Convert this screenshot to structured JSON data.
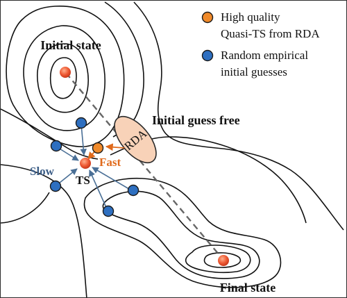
{
  "legend": {
    "items": [
      {
        "lines": [
          "High quality",
          "Quasi-TS from RDA"
        ],
        "color": "#f08a2a"
      },
      {
        "lines": [
          "Random empirical",
          "initial guesses"
        ],
        "color": "#2e6fc0"
      }
    ]
  },
  "labels": {
    "initial_state": "Initial state",
    "initial_guess_free": "Initial guess free",
    "rda": "RDA",
    "fast": "Fast",
    "slow": "Slow",
    "ts": "TS",
    "final_state": "Final state"
  },
  "colors": {
    "contour": "#111111",
    "state_point": "#e8462a",
    "rda_fill": "#f8d2b8",
    "rda_stroke": "#2a2a2a",
    "fast_text": "#e06a1c",
    "slow_text": "#3b5d86",
    "guess_arrow": "#4a6f96",
    "dashed_path": "#666666"
  }
}
